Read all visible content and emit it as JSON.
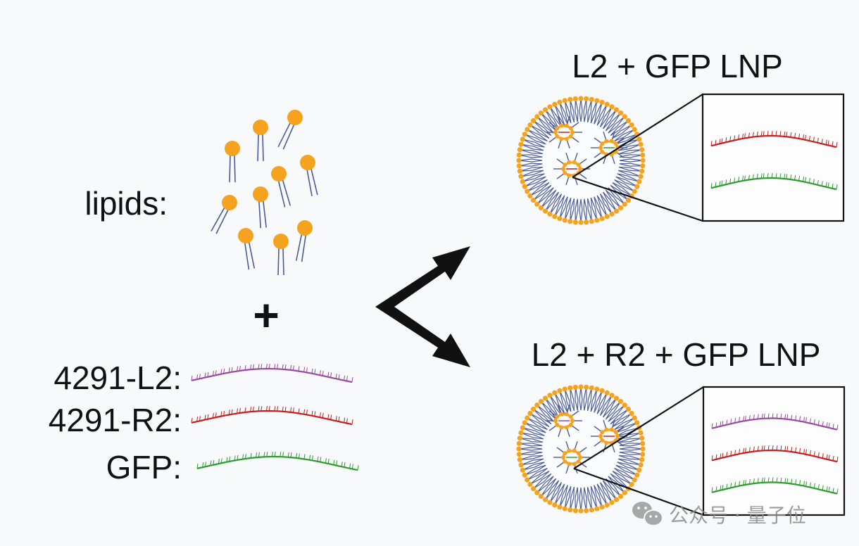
{
  "left_panel": {
    "lipids_label": "lipids:",
    "plus_sign": "+",
    "strands": [
      {
        "label": "4291-L2:",
        "color": "#9a4a9e"
      },
      {
        "label": "4291-R2:",
        "color": "#c0201f"
      },
      {
        "label": "GFP:",
        "color": "#2e9b2e"
      }
    ],
    "lipid_head_color": "#f5a21e",
    "lipid_tail_color": "#4a5a9a"
  },
  "branches": [
    {
      "title": "L2 + GFP LNP",
      "cargo": [
        "#c0201f",
        "#2e9b2e"
      ]
    },
    {
      "title": "L2 + R2 + GFP LNP",
      "cargo": [
        "#9a4a9e",
        "#c0201f",
        "#2e9b2e"
      ]
    }
  ],
  "watermark": {
    "text": "公众号 · 量子位",
    "icon": "wechat-icon"
  }
}
